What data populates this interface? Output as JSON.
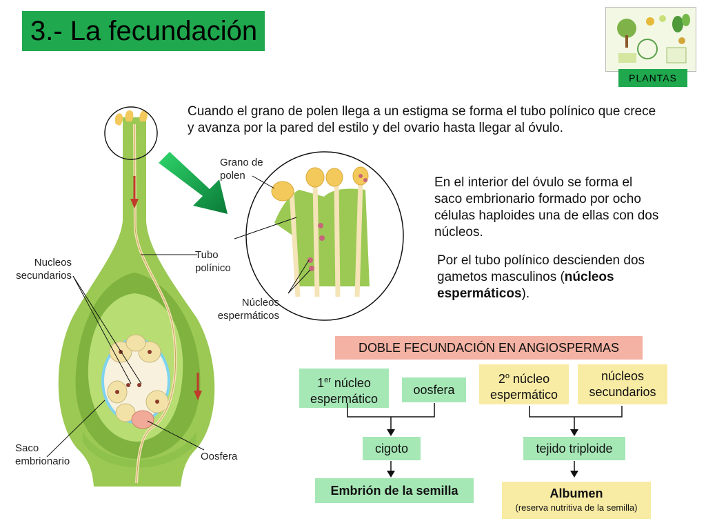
{
  "title": "3.- La fecundación",
  "badge": "PLANTAS",
  "paragraphs": {
    "p1": "Cuando el grano de polen llega a un estigma se forma el tubo polínico que crece y avanza por la pared del estilo y del ovario hasta llegar al óvulo.",
    "p2": "En el interior del óvulo se forma el saco embrionario formado por ocho células haploides una de ellas con dos núcleos.",
    "p3_a": "Por el tubo polínico descienden dos gametos masculinos (",
    "p3_b": "núcleos espermáticos",
    "p3_c": ")."
  },
  "labels": {
    "grano_1": "Grano de",
    "grano_2": "polen",
    "tubo_1": "Tubo",
    "tubo_2": "polínico",
    "nucesp_1": "Núcleos",
    "nucesp_2": "espermáticos",
    "nucsec_1": "Nucleos",
    "nucsec_2": "secundarios",
    "saco_1": "Saco",
    "saco_2": "embrionario",
    "oosfera": "Oosfera"
  },
  "scheme": {
    "header": "DOBLE FECUNDACIÓN EN ANGIOSPERMAS",
    "n1_a": "1",
    "n1_sup": "er",
    "n1_b": " núcleo",
    "n1_c": "espermático",
    "oosfera": "oosfera",
    "n2_a": "2",
    "n2_sup": "o",
    "n2_b": " núcleo",
    "n2_c": "espermático",
    "nucsec_a": "núcleos",
    "nucsec_b": "secundarios",
    "cigoto": "cigoto",
    "triploide": "tejido triploide",
    "embrion": "Embrión de la semilla",
    "albumen": "Albumen",
    "albumen_sub": "(reserva nutritiva de la semilla)"
  },
  "colors": {
    "green_title": "#1fa84e",
    "green_box": "#a6e7b6",
    "yellow_box": "#f8eba4",
    "pink_box": "#f3b2a3",
    "tissue": "#9bc954",
    "tissue_light": "#c2e38a",
    "pollen": "#f2c95a",
    "arrow_red": "#c0392b"
  },
  "icons": {
    "thumbnail": "plant-life-cycle-thumbnail",
    "big_arrow": "diagonal-arrow-icon"
  }
}
